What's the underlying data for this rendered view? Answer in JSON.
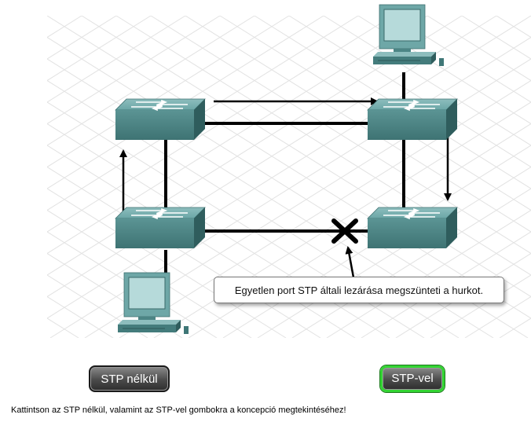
{
  "callout": {
    "text": "Egyetlen port STP általi lezárása megszünteti a hurkot."
  },
  "buttons": {
    "without_stp": "STP nélkül",
    "with_stp": "STP-vel"
  },
  "instruction": "Kattintson az STP nélkül, valamint az STP-vel gombokra a koncepció megtekintéséhez!",
  "diagram": {
    "switches": [
      "switch-top-left",
      "switch-top-right",
      "switch-bottom-left",
      "switch-bottom-right"
    ],
    "hosts": [
      "pc-top-right",
      "pc-bottom-left"
    ],
    "blocked_port": "bottom-right-port-blocked",
    "colors": {
      "device": "#5e9c9c",
      "device_dark": "#3f7777",
      "device_light": "#9fcaca",
      "link": "#000000",
      "active": "#33d433"
    }
  }
}
